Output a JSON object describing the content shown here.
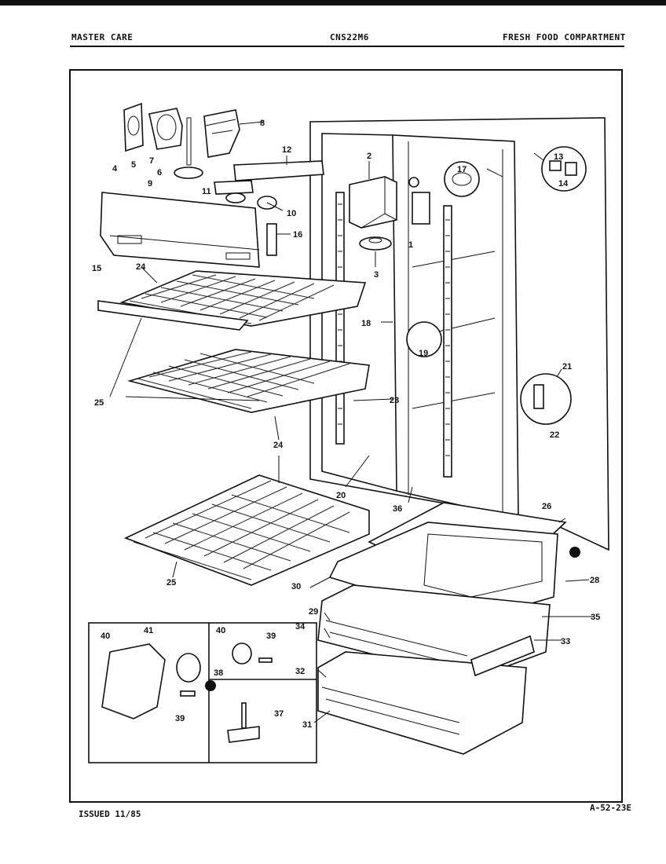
{
  "header": {
    "left": "MASTER CARE",
    "center": "CNS22M6",
    "right": "FRESH FOOD COMPARTMENT"
  },
  "footer": {
    "issued": "ISSUED 11/85",
    "code": "A-52-23E"
  },
  "callouts": {
    "c1": "1",
    "c2": "2",
    "c3": "3",
    "c4": "4",
    "c5": "5",
    "c6": "6",
    "c7": "7",
    "c8": "8",
    "c9": "9",
    "c10": "10",
    "c11": "11",
    "c12": "12",
    "c13": "13",
    "c14": "14",
    "c15": "15",
    "c16": "16",
    "c17": "17",
    "c18": "18",
    "c19": "19",
    "c20": "20",
    "c21": "21",
    "c22": "22",
    "c23": "23",
    "c24a": "24",
    "c24b": "24",
    "c25a": "25",
    "c25b": "25",
    "c26": "26",
    "c28": "28",
    "c29": "29",
    "c30": "30",
    "c31": "31",
    "c32": "32",
    "c33": "33",
    "c34": "34",
    "c35": "35",
    "c36": "36",
    "c37": "37",
    "c38": "38",
    "c39a": "39",
    "c39b": "39",
    "c40a": "40",
    "c40b": "40",
    "c41": "41"
  }
}
